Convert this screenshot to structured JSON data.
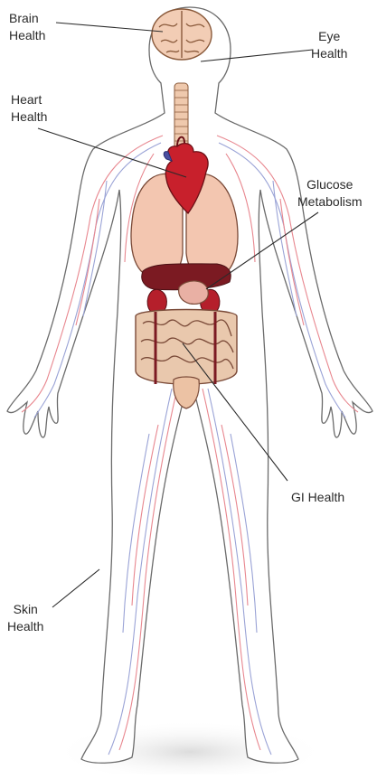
{
  "labels": {
    "brain": {
      "line1": "Brain",
      "line2": "Health"
    },
    "eye": {
      "line1": "Eye",
      "line2": "Health"
    },
    "heart": {
      "line1": "Heart",
      "line2": "Health"
    },
    "glucose": {
      "line1": "Glucose",
      "line2": "Metabolism"
    },
    "gi": {
      "line1": "GI Health"
    },
    "skin": {
      "line1": "Skin",
      "line2": "Health"
    }
  },
  "colors": {
    "body_outline": "#6b6b6b",
    "skin_fill": "#ffffff",
    "artery": "#e8878f",
    "vein": "#9aa3d6",
    "lung": "#f3c6b0",
    "heart": "#c8202c",
    "intestine": "#e9c8ad",
    "brain": "#f2cdb5",
    "trachea": "#efc9ad",
    "kidney": "#b51f2b",
    "bladder": "#ecc2a4",
    "shadow": "#e6e6e6"
  }
}
